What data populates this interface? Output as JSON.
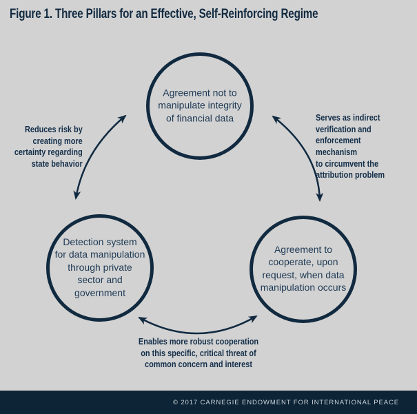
{
  "title": "Figure 1. Three Pillars for an Effective, Self-Reinforcing Regime",
  "diagram": {
    "type": "cycle-diagram",
    "nodes": [
      {
        "id": "top",
        "label": "Agreement not to\nmanipulate integrity\nof financial data"
      },
      {
        "id": "bottom-left",
        "label": "Detection system\nfor data manipulation\nthrough private\nsector and\ngovernment"
      },
      {
        "id": "bottom-right",
        "label": "Agreement to\ncooperate, upon\nrequest, when data\nmanipulation occurs"
      }
    ],
    "edges": [
      {
        "id": "left",
        "between": [
          "top",
          "bottom-left"
        ],
        "direction": "double-headed",
        "label": "Reduces risk by\ncreating more\ncertainty regarding\nstate behavior"
      },
      {
        "id": "right",
        "between": [
          "top",
          "bottom-right"
        ],
        "direction": "double-headed",
        "label": "Serves as indirect\nverification and\nenforcement mechanism\nto circumvent the\nattribution problem"
      },
      {
        "id": "bottom",
        "between": [
          "bottom-left",
          "bottom-right"
        ],
        "direction": "double-headed",
        "label": "Enables more robust cooperation\non this specific, critical threat of\ncommon concern and interest"
      }
    ]
  },
  "footer": {
    "credit": "© 2017 CARNEGIE ENDOWMENT FOR INTERNATIONAL PEACE"
  },
  "colors": {
    "background": "#d2d2d2",
    "navy": "#112a40",
    "node_text": "#1e3a55",
    "label_text": "#142f4a",
    "footer_bg": "#0c2436",
    "footer_text": "#ccd4db"
  }
}
